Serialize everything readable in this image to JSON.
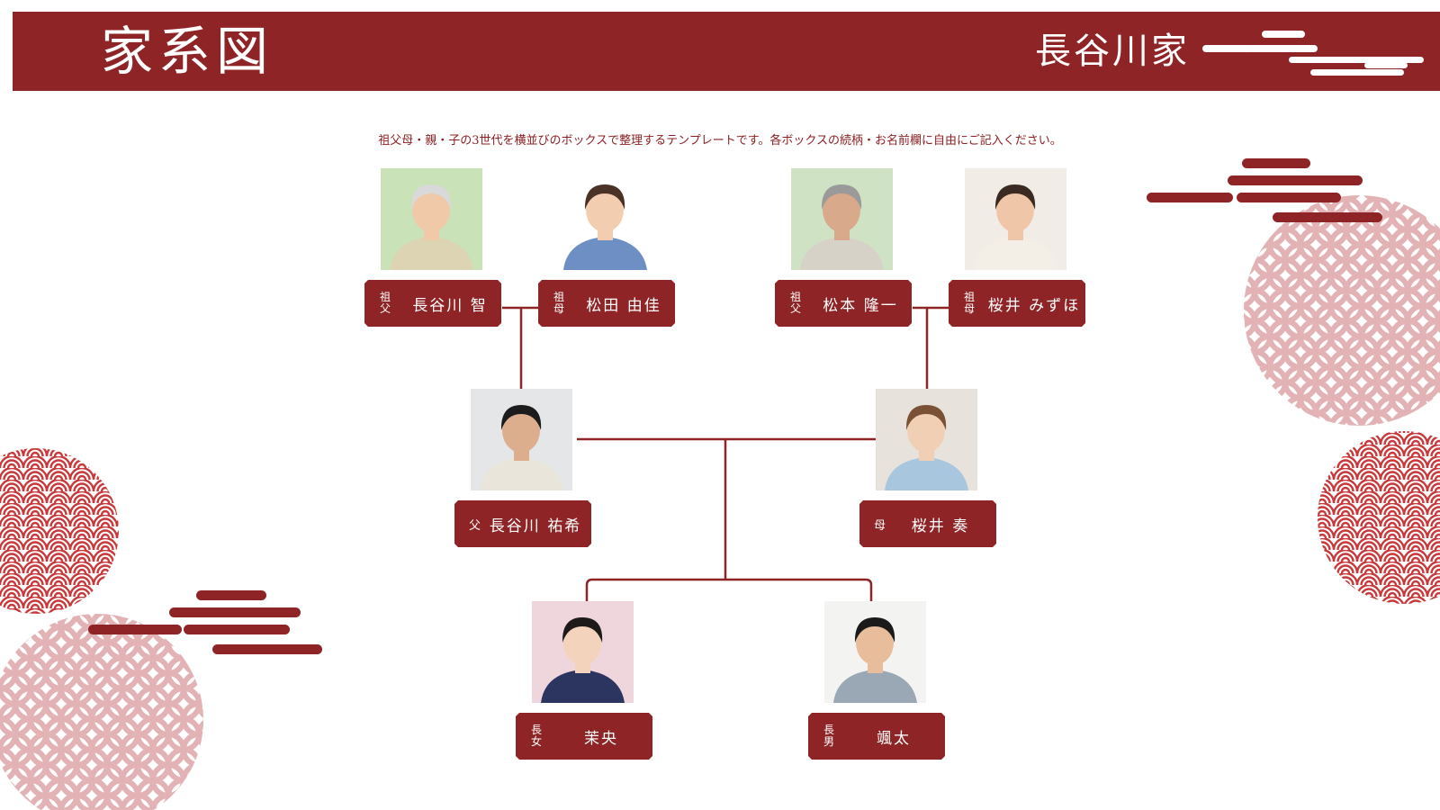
{
  "header": {
    "title": "家系図",
    "family_name": "長谷川家"
  },
  "intro": "祖父母・親・子の3世代を横並びのボックスで整理するテンプレートです。各ボックスの続柄・お名前欄に自由にご記入ください。",
  "members": [
    {
      "id": "gf1",
      "relation": [
        "祖",
        "父"
      ],
      "name": "長谷川 智",
      "photo": {
        "bg": "#c9e2b8",
        "hair": "#d9d9d9",
        "skin": "#f0c9a8",
        "shirt": "#ddd4b4"
      }
    },
    {
      "id": "gm1",
      "relation": [
        "祖",
        "母"
      ],
      "name": "松田 由佳",
      "photo": {
        "bg": "#ffffff",
        "hair": "#4a3326",
        "skin": "#f3cdb0",
        "shirt": "#6e8fc4"
      }
    },
    {
      "id": "gf2",
      "relation": [
        "祖",
        "父"
      ],
      "name": "松本 隆一",
      "photo": {
        "bg": "#cfe3c4",
        "hair": "#9a9a9a",
        "skin": "#d8a98a",
        "shirt": "#d6d2c8"
      }
    },
    {
      "id": "gm2",
      "relation": [
        "祖",
        "母"
      ],
      "name": "桜井 みずほ",
      "photo": {
        "bg": "#f1ede6",
        "hair": "#3a2a22",
        "skin": "#efc6a8",
        "shirt": "#f4efe6"
      }
    },
    {
      "id": "father",
      "relation": [
        "父"
      ],
      "name": "長谷川 祐希",
      "photo": {
        "bg": "#e4e6e8",
        "hair": "#1c1c1c",
        "skin": "#dcae8d",
        "shirt": "#e9e5da"
      }
    },
    {
      "id": "mother",
      "relation": [
        "母"
      ],
      "name": "桜井 奏",
      "photo": {
        "bg": "#e7e3dc",
        "hair": "#7a5134",
        "skin": "#f1cfb4",
        "shirt": "#a9c6df"
      }
    },
    {
      "id": "daughter",
      "relation": [
        "長",
        "女"
      ],
      "name": "茉央",
      "photo": {
        "bg": "#efd6dc",
        "hair": "#1e1a1a",
        "skin": "#f3d3bc",
        "shirt": "#2c3560"
      }
    },
    {
      "id": "son",
      "relation": [
        "長",
        "男"
      ],
      "name": "颯太",
      "photo": {
        "bg": "#f3f4f2",
        "hair": "#1a1a1a",
        "skin": "#e7bd9b",
        "shirt": "#9aa8b6"
      }
    }
  ],
  "colors": {
    "accent": "#8f2426",
    "pattern_light": "#e2b2b4",
    "pattern_red": "#c8393b"
  }
}
